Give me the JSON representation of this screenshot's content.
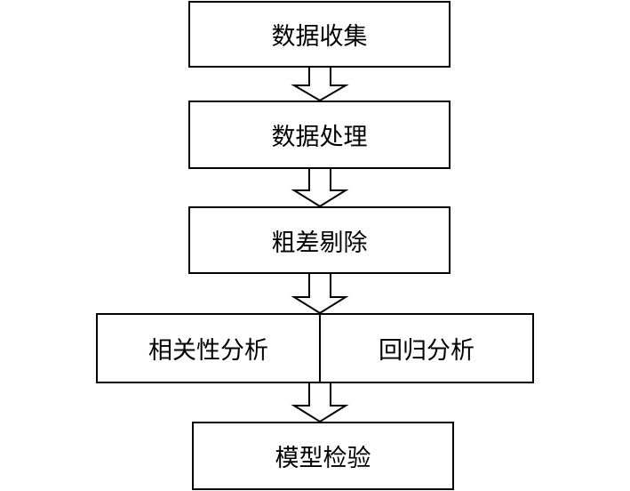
{
  "flowchart": {
    "steps": [
      {
        "label": "数据收集"
      },
      {
        "label": "数据处理"
      },
      {
        "label": "粗差剔除"
      },
      {
        "label": "相关性分析",
        "pair": "回归分析"
      },
      {
        "label": "模型检验"
      }
    ]
  }
}
